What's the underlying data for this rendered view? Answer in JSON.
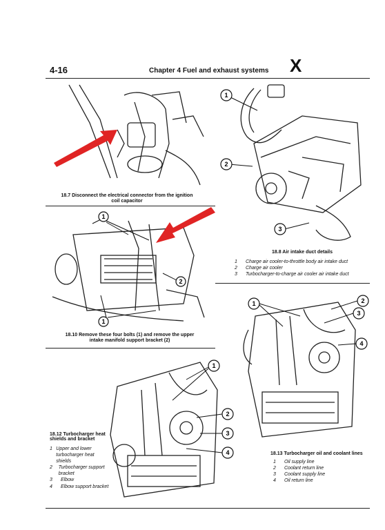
{
  "header": {
    "page_number": "4-16",
    "chapter": "Chapter 4  Fuel and exhaust systems",
    "mark": "X"
  },
  "figures": {
    "fig_18_7": {
      "caption": "18.7 Disconnect the electrical connector from the ignition coil capacitor"
    },
    "fig_18_8": {
      "title": "18.8 Air intake duct details",
      "items": [
        {
          "n": "1",
          "text": "Charge air cooler-to-throttle body air intake duct"
        },
        {
          "n": "2",
          "text": "Charge air cooler"
        },
        {
          "n": "3",
          "text": "Turbocharger-to-charge air cooler air intake duct"
        }
      ],
      "callouts": [
        "1",
        "2",
        "3"
      ]
    },
    "fig_18_10": {
      "caption": "18.10 Remove these four bolts (1) and remove the upper intake manifold support bracket (2)",
      "callouts": [
        "1",
        "2",
        "1"
      ]
    },
    "fig_18_12": {
      "title": "18.12 Turbocharger heat shields and bracket",
      "items": [
        {
          "n": "1",
          "text": "Upper and lower turbocharger heat shields"
        },
        {
          "n": "2",
          "text": "Turbocharger support bracket"
        },
        {
          "n": "3",
          "text": "Elbow"
        },
        {
          "n": "4",
          "text": "Elbow support bracket"
        }
      ],
      "callouts": [
        "1",
        "2",
        "3",
        "4"
      ]
    },
    "fig_18_13": {
      "title": "18.13 Turbocharger oil and coolant lines",
      "items": [
        {
          "n": "1",
          "text": "Oil supply line"
        },
        {
          "n": "2",
          "text": "Coolant return line"
        },
        {
          "n": "3",
          "text": "Coolant supply line"
        },
        {
          "n": "4",
          "text": "Oil return line"
        }
      ],
      "callouts": [
        "1",
        "2",
        "3",
        "4"
      ]
    }
  },
  "colors": {
    "arrow": "#e02424",
    "ink": "#111111"
  }
}
